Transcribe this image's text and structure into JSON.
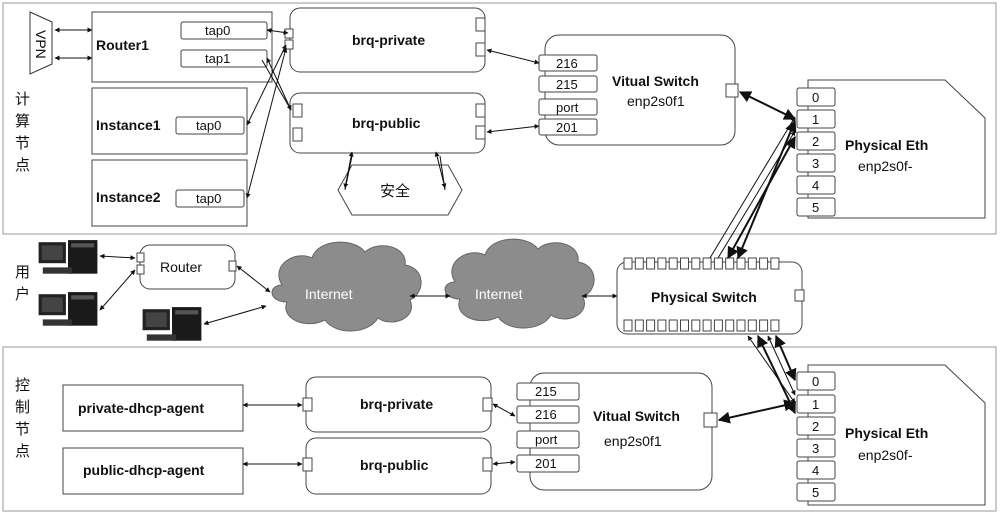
{
  "zones": {
    "compute": "计算节点",
    "user": "用户",
    "control": "控制节点"
  },
  "compute": {
    "vpn": "VPN",
    "router1": "Router1",
    "instance1": "Instance1",
    "instance2": "Instance2",
    "tap0": "tap0",
    "tap1": "tap1",
    "brq_private": "brq-private",
    "brq_public": "brq-public",
    "security": "安全",
    "vswitch_title": "Vitual Switch",
    "vswitch_sub": "enp2s0f1",
    "vswitch_ports": [
      "216",
      "215",
      "port",
      "201"
    ],
    "peth_title": "Physical Eth",
    "peth_sub": "enp2s0f-",
    "peth_ports": [
      "0",
      "1",
      "2",
      "3",
      "4",
      "5"
    ]
  },
  "user": {
    "router": "Router",
    "internet1": "Internet",
    "internet2": "Internet",
    "physical_switch": "Physical Switch"
  },
  "control": {
    "private_dhcp": "private-dhcp-agent",
    "public_dhcp": "public-dhcp-agent",
    "brq_private": "brq-private",
    "brq_public": "brq-public",
    "vswitch_title": "Vitual Switch",
    "vswitch_sub": "enp2s0f1",
    "vswitch_ports": [
      "215",
      "216",
      "port",
      "201"
    ],
    "peth_title": "Physical Eth",
    "peth_sub": "enp2s0f-",
    "peth_ports": [
      "0",
      "1",
      "2",
      "3",
      "4",
      "5"
    ]
  }
}
